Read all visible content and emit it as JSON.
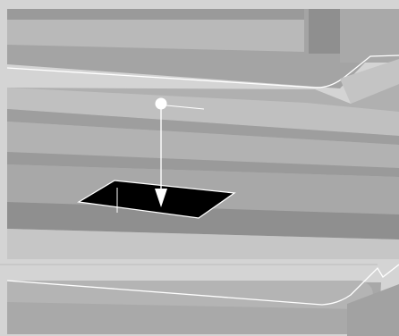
{
  "diagram": {
    "description_visible_text": "",
    "colors": {
      "background": "#d4d4d4",
      "shelf_upper": "#a6a6a6",
      "shelf_upper_light": "#b9b9b9",
      "shelf_upper_mid": "#9b9b9b",
      "shelf_dark": "#8f8f8f",
      "bay_light": "#c9c9c9",
      "lower_panel": "#a8a8a8",
      "lower_panel_light": "#b5b5b5",
      "lower_panel_dark": "#8e8e8e",
      "edge_white": "#ffffff",
      "target_hole": "#000000",
      "arrow": "#ffffff"
    },
    "elements": {
      "point_marker": "circle-marker",
      "arrow": "down-arrow",
      "target": "dark-rectangular-opening",
      "leader": "short-leader-line"
    }
  }
}
